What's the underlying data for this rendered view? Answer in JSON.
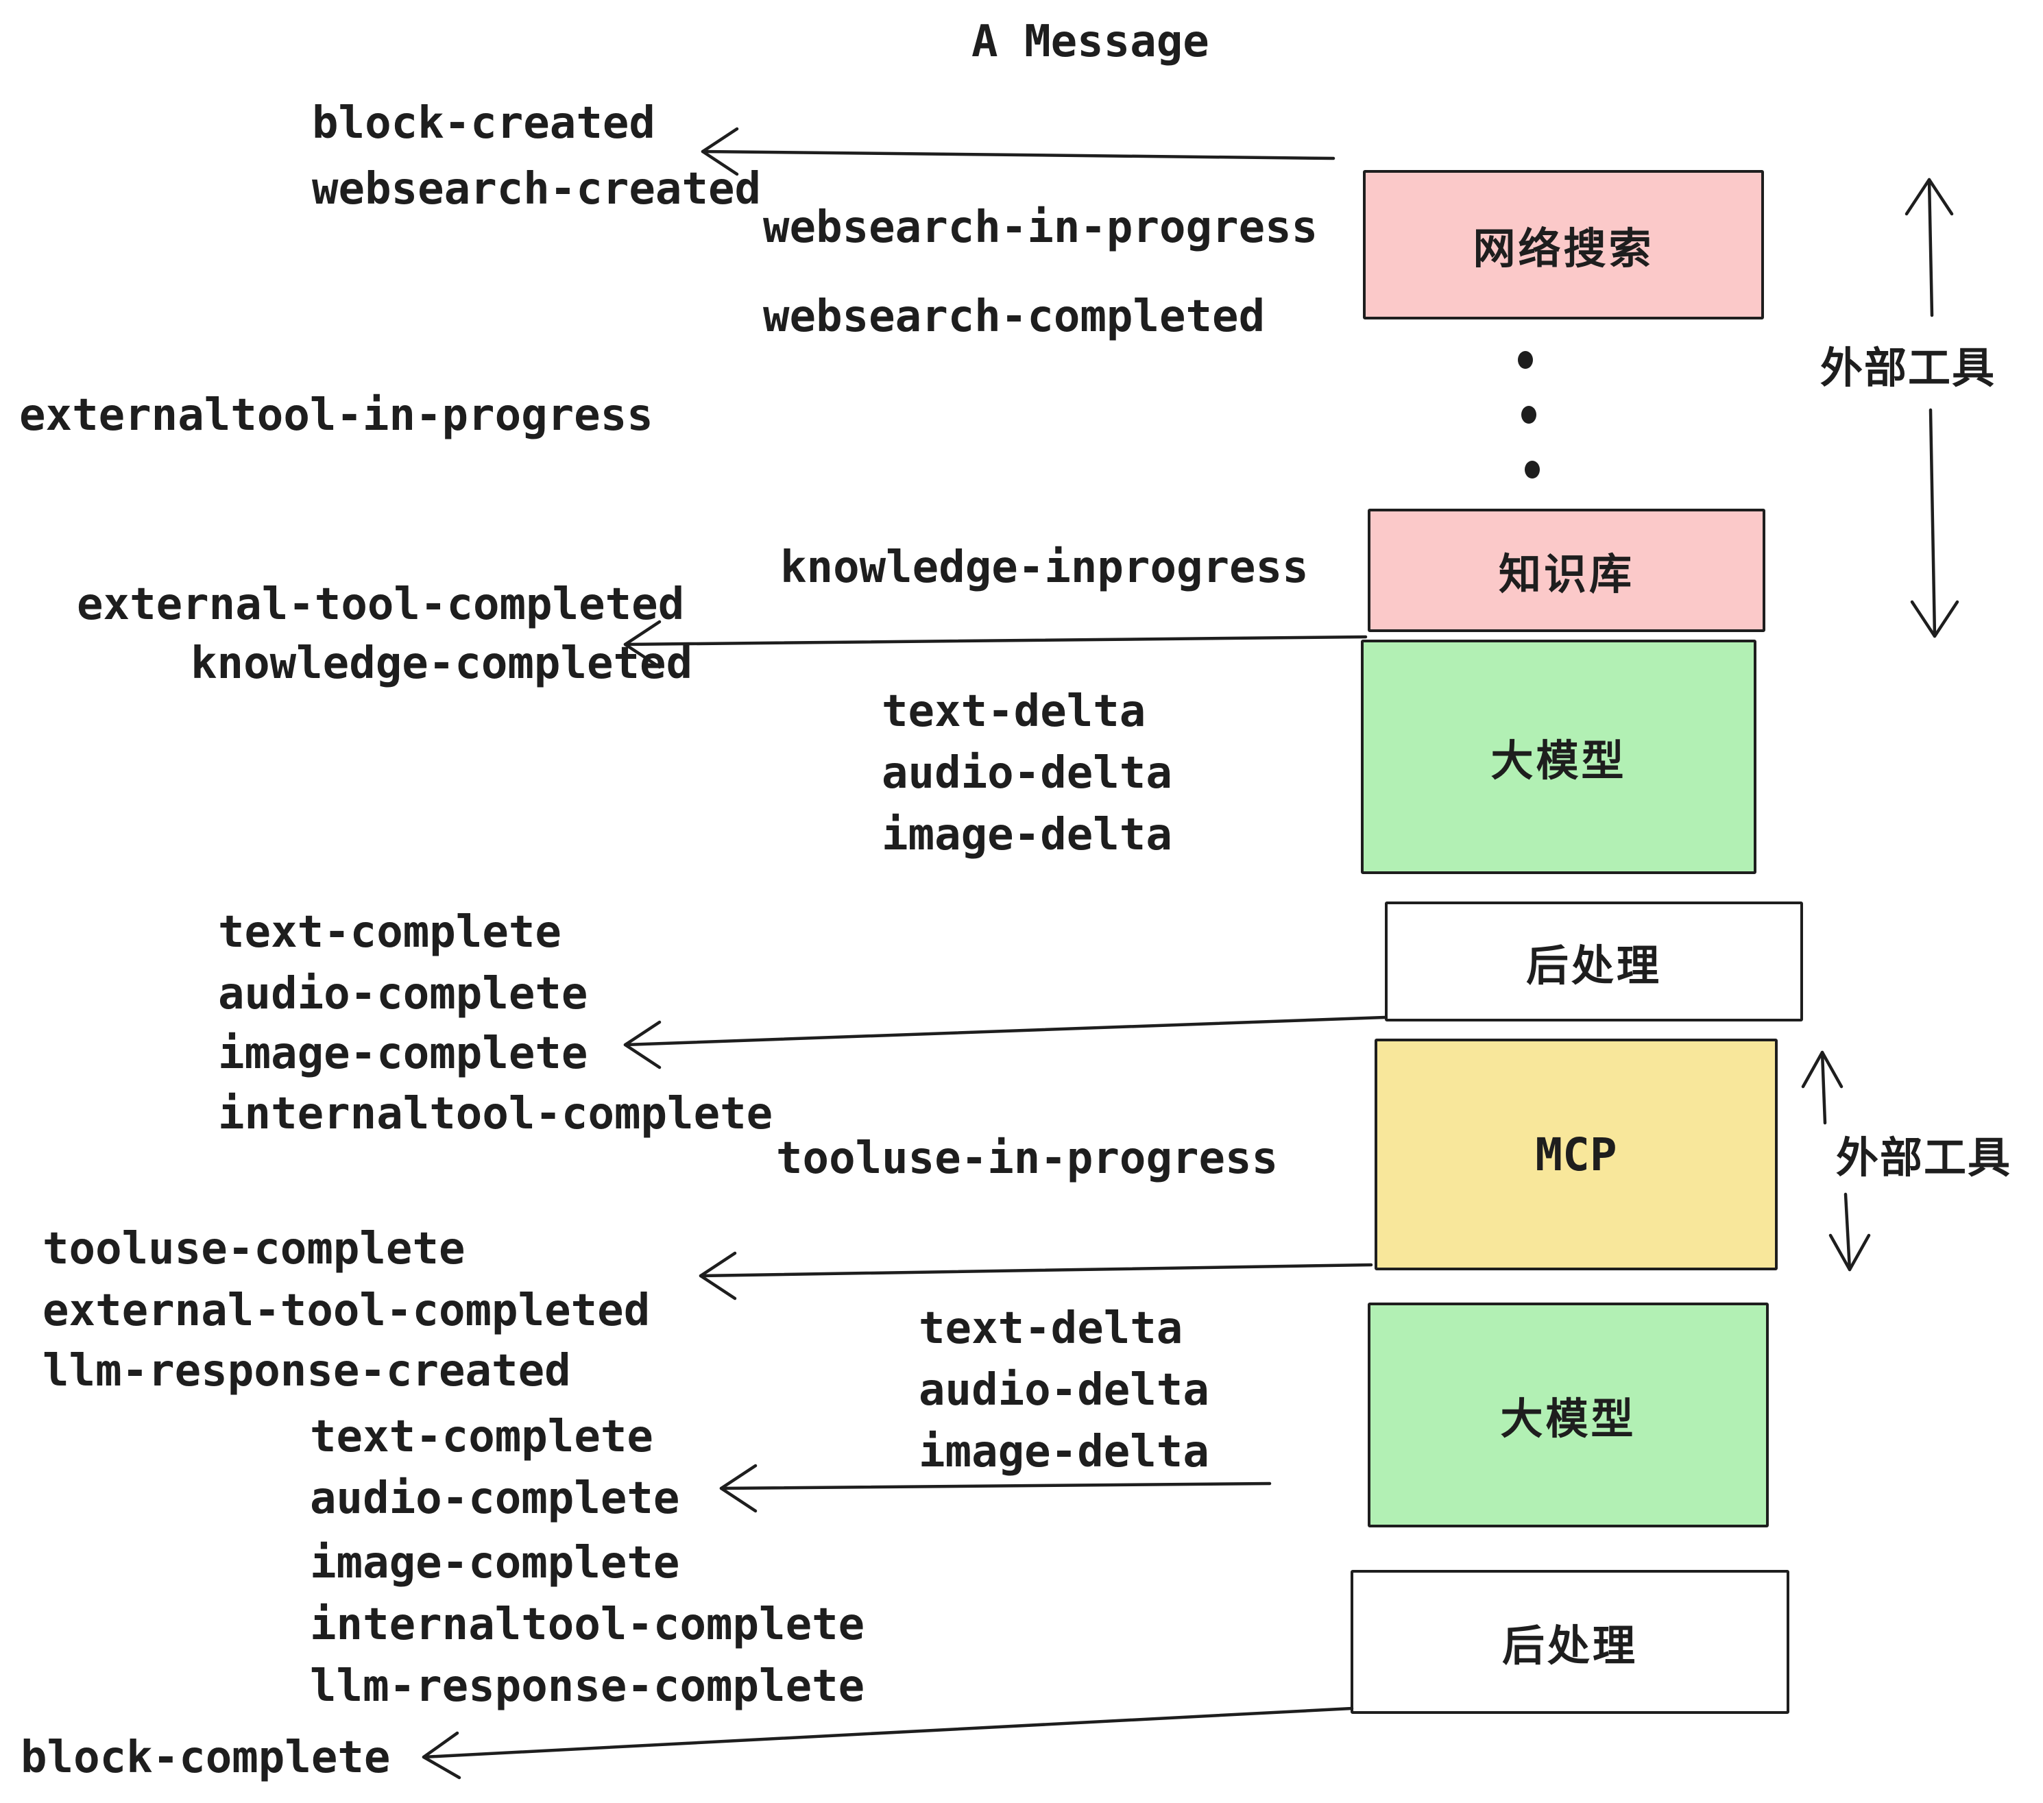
{
  "title": "A Message",
  "colors": {
    "background": "#ffffff",
    "ink": "#1e1e1e",
    "external_tool_box": "#fbc9c9",
    "llm_box": "#b2f0b4",
    "mcp_box": "#f8e79b",
    "post_process_box": "#ffffff"
  },
  "boxes": {
    "websearch": "网络搜索",
    "knowledge": "知识库",
    "llm1": "大模型",
    "post1": "后处理",
    "mcp": "MCP",
    "llm2": "大模型",
    "post2": "后处理"
  },
  "annotations": {
    "external_tools_1": "外部工具",
    "external_tools_2": "外部工具"
  },
  "events": {
    "block_created": "block-created",
    "websearch_created": "websearch-created",
    "websearch_in_progress": "websearch-in-progress",
    "websearch_completed": "websearch-completed",
    "externaltool_in_progress": "externaltool-in-progress",
    "knowledge_inprogress": "knowledge-inprogress",
    "external_tool_completed": "external-tool-completed",
    "knowledge_completed": "knowledge-completed",
    "text_delta": "text-delta",
    "audio_delta": "audio-delta",
    "image_delta": "image-delta",
    "text_complete": "text-complete",
    "audio_complete": "audio-complete",
    "image_complete": "image-complete",
    "internaltool_complete": "internaltool-complete",
    "tooluse_in_progress": "tooluse-in-progress",
    "tooluse_complete": "tooluse-complete",
    "external_tool_completed_2": "external-tool-completed",
    "llm_response_created": "llm-response-created",
    "text_delta_2": "text-delta",
    "audio_delta_2": "audio-delta",
    "image_delta_2": "image-delta",
    "text_complete_2": "text-complete",
    "audio_complete_2": "audio-complete",
    "image_complete_2": "image-complete",
    "internaltool_complete_2": "internaltool-complete",
    "llm_response_complete": "llm-response-complete",
    "block_complete": "block-complete"
  }
}
